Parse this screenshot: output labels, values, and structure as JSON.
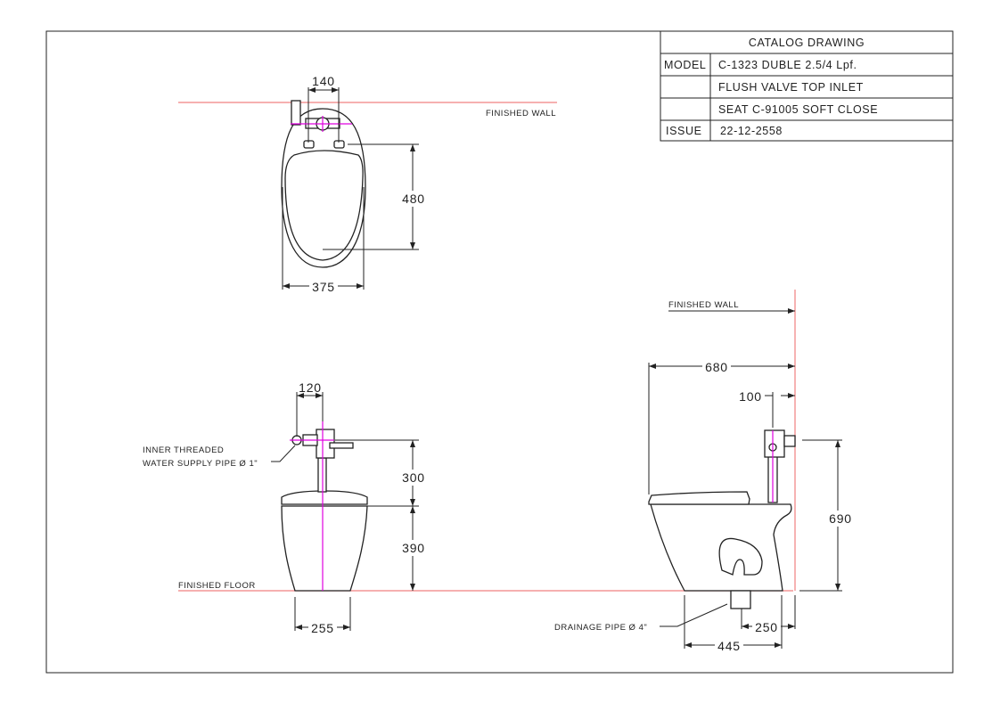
{
  "title_block": {
    "heading": "CATALOG DRAWING",
    "model_label": "MODEL",
    "model_value": "C-1323 DUBLE 2.5/4 Lpf.",
    "line2": "FLUSH VALVE TOP INLET",
    "line3": "SEAT C-91005 SOFT CLOSE",
    "issue_label": "ISSUE",
    "issue_value": "22-12-2558"
  },
  "top_view": {
    "wall_label": "FINISHED WALL",
    "dim_valve_offset": "140",
    "dim_depth": "480",
    "dim_width": "375"
  },
  "front_view": {
    "floor_label": "FINISHED FLOOR",
    "supply_label_1": "INNER THREADED",
    "supply_label_2": "WATER SUPPLY PIPE Ø 1\"",
    "dim_inlet_offset": "120",
    "dim_valve_height": "300",
    "dim_bowl_height": "390",
    "dim_base_width": "255"
  },
  "side_view": {
    "wall_label": "FINISHED WALL",
    "drain_label": "DRAINAGE PIPE Ø 4\"",
    "dim_length": "680",
    "dim_valve_from_wall": "100",
    "dim_inlet_height": "690",
    "dim_drain_from_wall": "250",
    "dim_base_length": "445"
  },
  "colors": {
    "line": "#222222",
    "reference": "#f08080",
    "centerline": "#e000e0"
  }
}
